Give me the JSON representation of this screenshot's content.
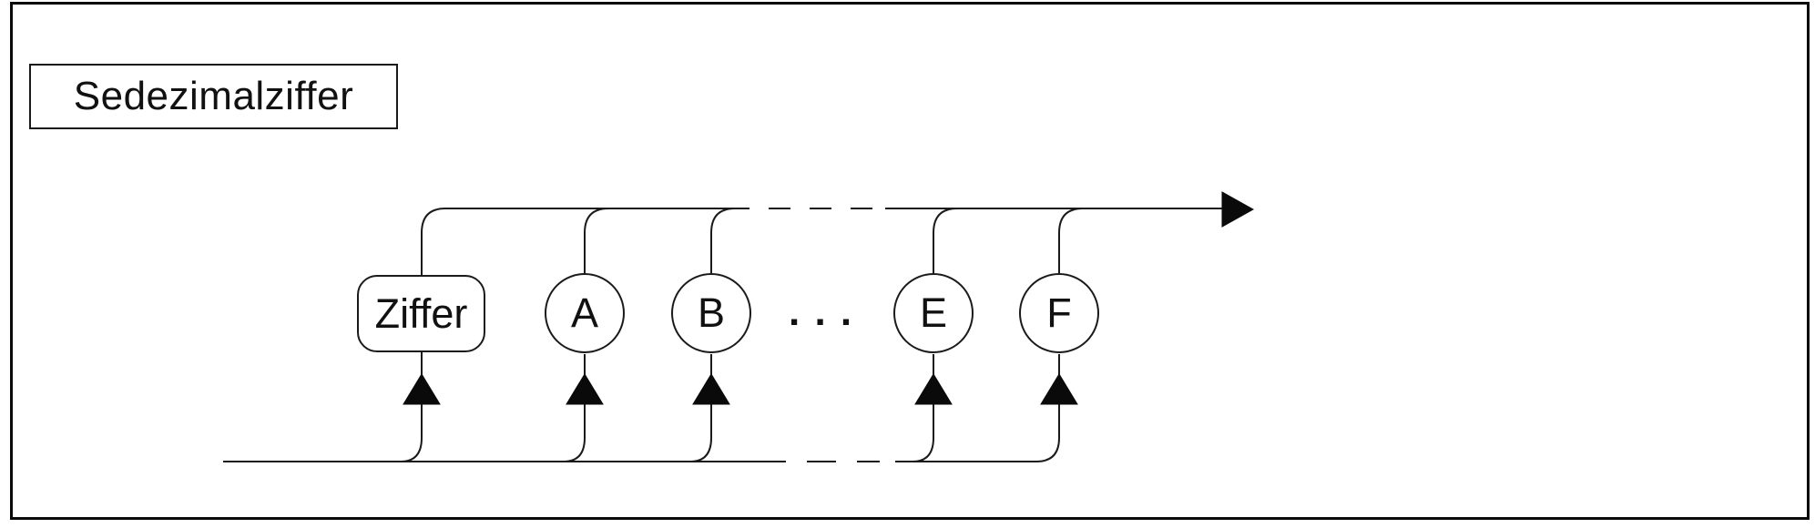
{
  "diagram": {
    "title": "Sedezimalziffer",
    "ellipsis": ". . .",
    "nodes": [
      {
        "id": "ziffer",
        "label": "Ziffer",
        "type": "non-terminal",
        "shape": "rounded-rect"
      },
      {
        "id": "a",
        "label": "A",
        "type": "terminal",
        "shape": "circle"
      },
      {
        "id": "b",
        "label": "B",
        "type": "terminal",
        "shape": "circle"
      },
      {
        "id": "e",
        "label": "E",
        "type": "terminal",
        "shape": "circle"
      },
      {
        "id": "f",
        "label": "F",
        "type": "terminal",
        "shape": "circle"
      }
    ],
    "colors": {
      "line": "#1a1a1a",
      "arrow_fill": "#0a0a0a",
      "background": "#ffffff",
      "node_fill": "#ffffff"
    }
  }
}
